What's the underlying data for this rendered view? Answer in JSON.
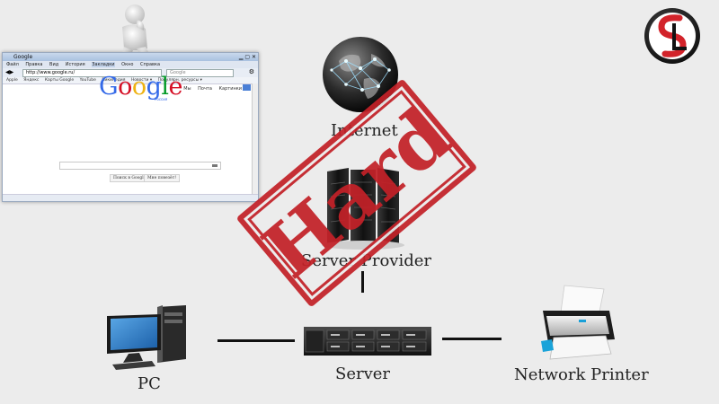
{
  "nodes": {
    "internet": "Internet",
    "server_provider": "Server Provider",
    "pc": "PC",
    "server": "Server",
    "network_printer": "Network Printer"
  },
  "stamp": "Hard",
  "browser": {
    "window_title": "Google",
    "menu": [
      "Файл",
      "Правка",
      "Вид",
      "История",
      "Закладки",
      "Окно",
      "Справка"
    ],
    "address": "http://www.google.ru/",
    "search_placeholder": "Google",
    "favorites": [
      "Apple",
      "Яндекс",
      "Карты Google",
      "YouTube",
      "Википедия",
      "Новости ▾",
      "Популярн. ресурсы ▾"
    ],
    "top_links": [
      "Мы",
      "Почта",
      "Картинки"
    ],
    "logo": [
      "G",
      "o",
      "o",
      "g",
      "l",
      "e"
    ],
    "logo_sub": "Россия",
    "button_search": "Поиск в Google",
    "button_lucky": "Мне повезёт!"
  },
  "colors": {
    "stamp": "#c32128",
    "logo_red": "#d2232a",
    "google_blue": "#3369e8",
    "google_red": "#d50f25",
    "google_yellow": "#eeb211",
    "google_green": "#009925"
  },
  "icons": [
    "thinking-figure-icon",
    "globe-network-icon",
    "server-rack-icon",
    "pc-icon",
    "server-unit-icon",
    "printer-icon",
    "sl-logo-icon"
  ]
}
